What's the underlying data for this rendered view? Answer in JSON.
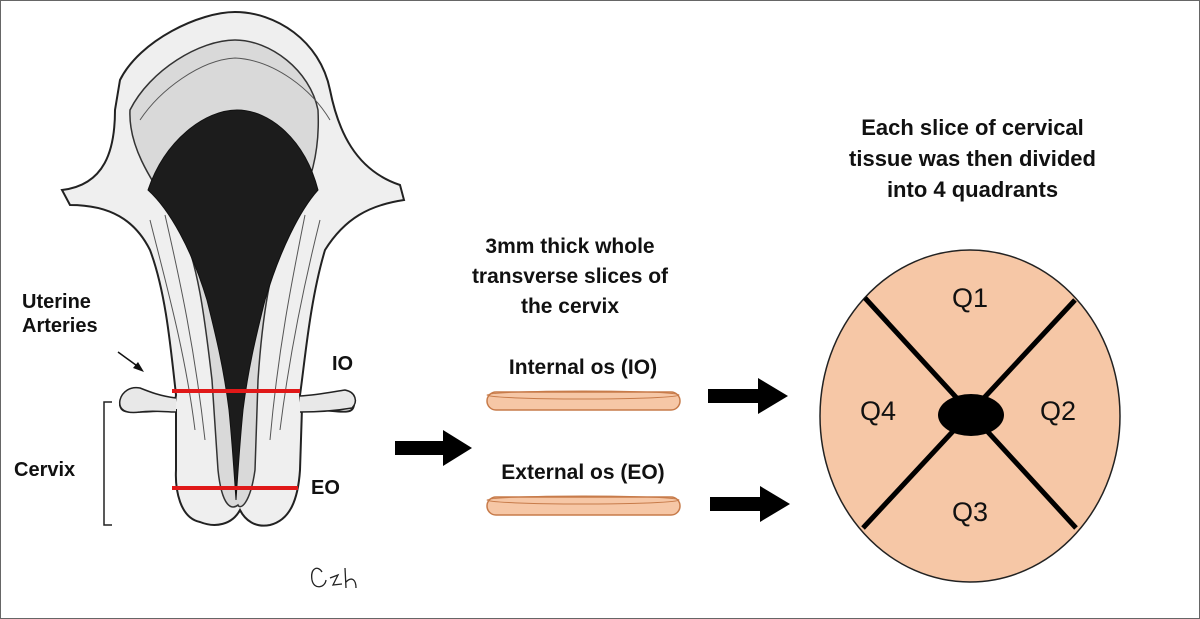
{
  "labels": {
    "uterine_arteries": "Uterine\nArteries",
    "cervix": "Cervix",
    "io": "IO",
    "eo": "EO"
  },
  "slices": {
    "title": "3mm thick whole\ntransverse slices of\nthe cervix",
    "internal": "Internal os (IO)",
    "external": "External os (EO)"
  },
  "quadrants": {
    "title": "Each slice of cervical\ntissue was then divided\ninto 4 quadrants",
    "q1": "Q1",
    "q2": "Q2",
    "q3": "Q3",
    "q4": "Q4"
  },
  "colors": {
    "tissue": "#f6c7a6",
    "cut_line": "#e01818",
    "outline": "#222222"
  },
  "icons": [
    "uterus-illustration",
    "arrow-right-icon",
    "artist-signature"
  ]
}
